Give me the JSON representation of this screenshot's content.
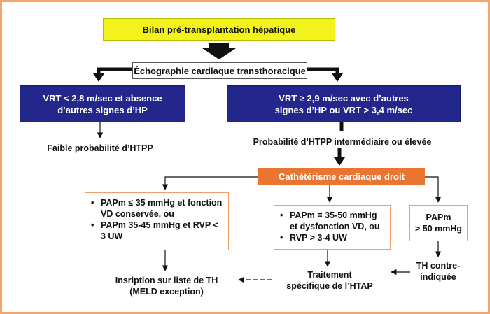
{
  "title": "Bilan pré-transplantation hépatique",
  "echo": "Échographie cardiaque transthoracique",
  "left_blue": [
    "VRT < 2,8 m/sec et absence",
    "d’autres signes d’HP"
  ],
  "right_blue": [
    "VRT ≥ 2,9 m/sec avec d’autres",
    "signes d’HP ou VRT > 3,4 m/sec"
  ],
  "low_prob": "Faible probabilité d’HTPP",
  "mid_prob": "Probabilité d’HTPP intermédiaire ou élevée",
  "cath": "Cathétérisme cardiaque droit",
  "box1": [
    "PAPm ≤ 35 mmHg et fonction VD conservée, ou",
    "PAPm 35-45 mmHg et RVP < 3 UW"
  ],
  "box2": [
    "PAPm = 35-50 mmHg et dysfonction VD, ou",
    "RVP > 3-4 UW"
  ],
  "box3": [
    "PAPm",
    "> 50 mmHg"
  ],
  "inscription": [
    "Insription sur liste de TH",
    "(MELD exception)"
  ],
  "traitement": [
    "Traitement",
    "spécifique de l’HTAP"
  ],
  "contre": [
    "TH contre-",
    "indiquée"
  ]
}
